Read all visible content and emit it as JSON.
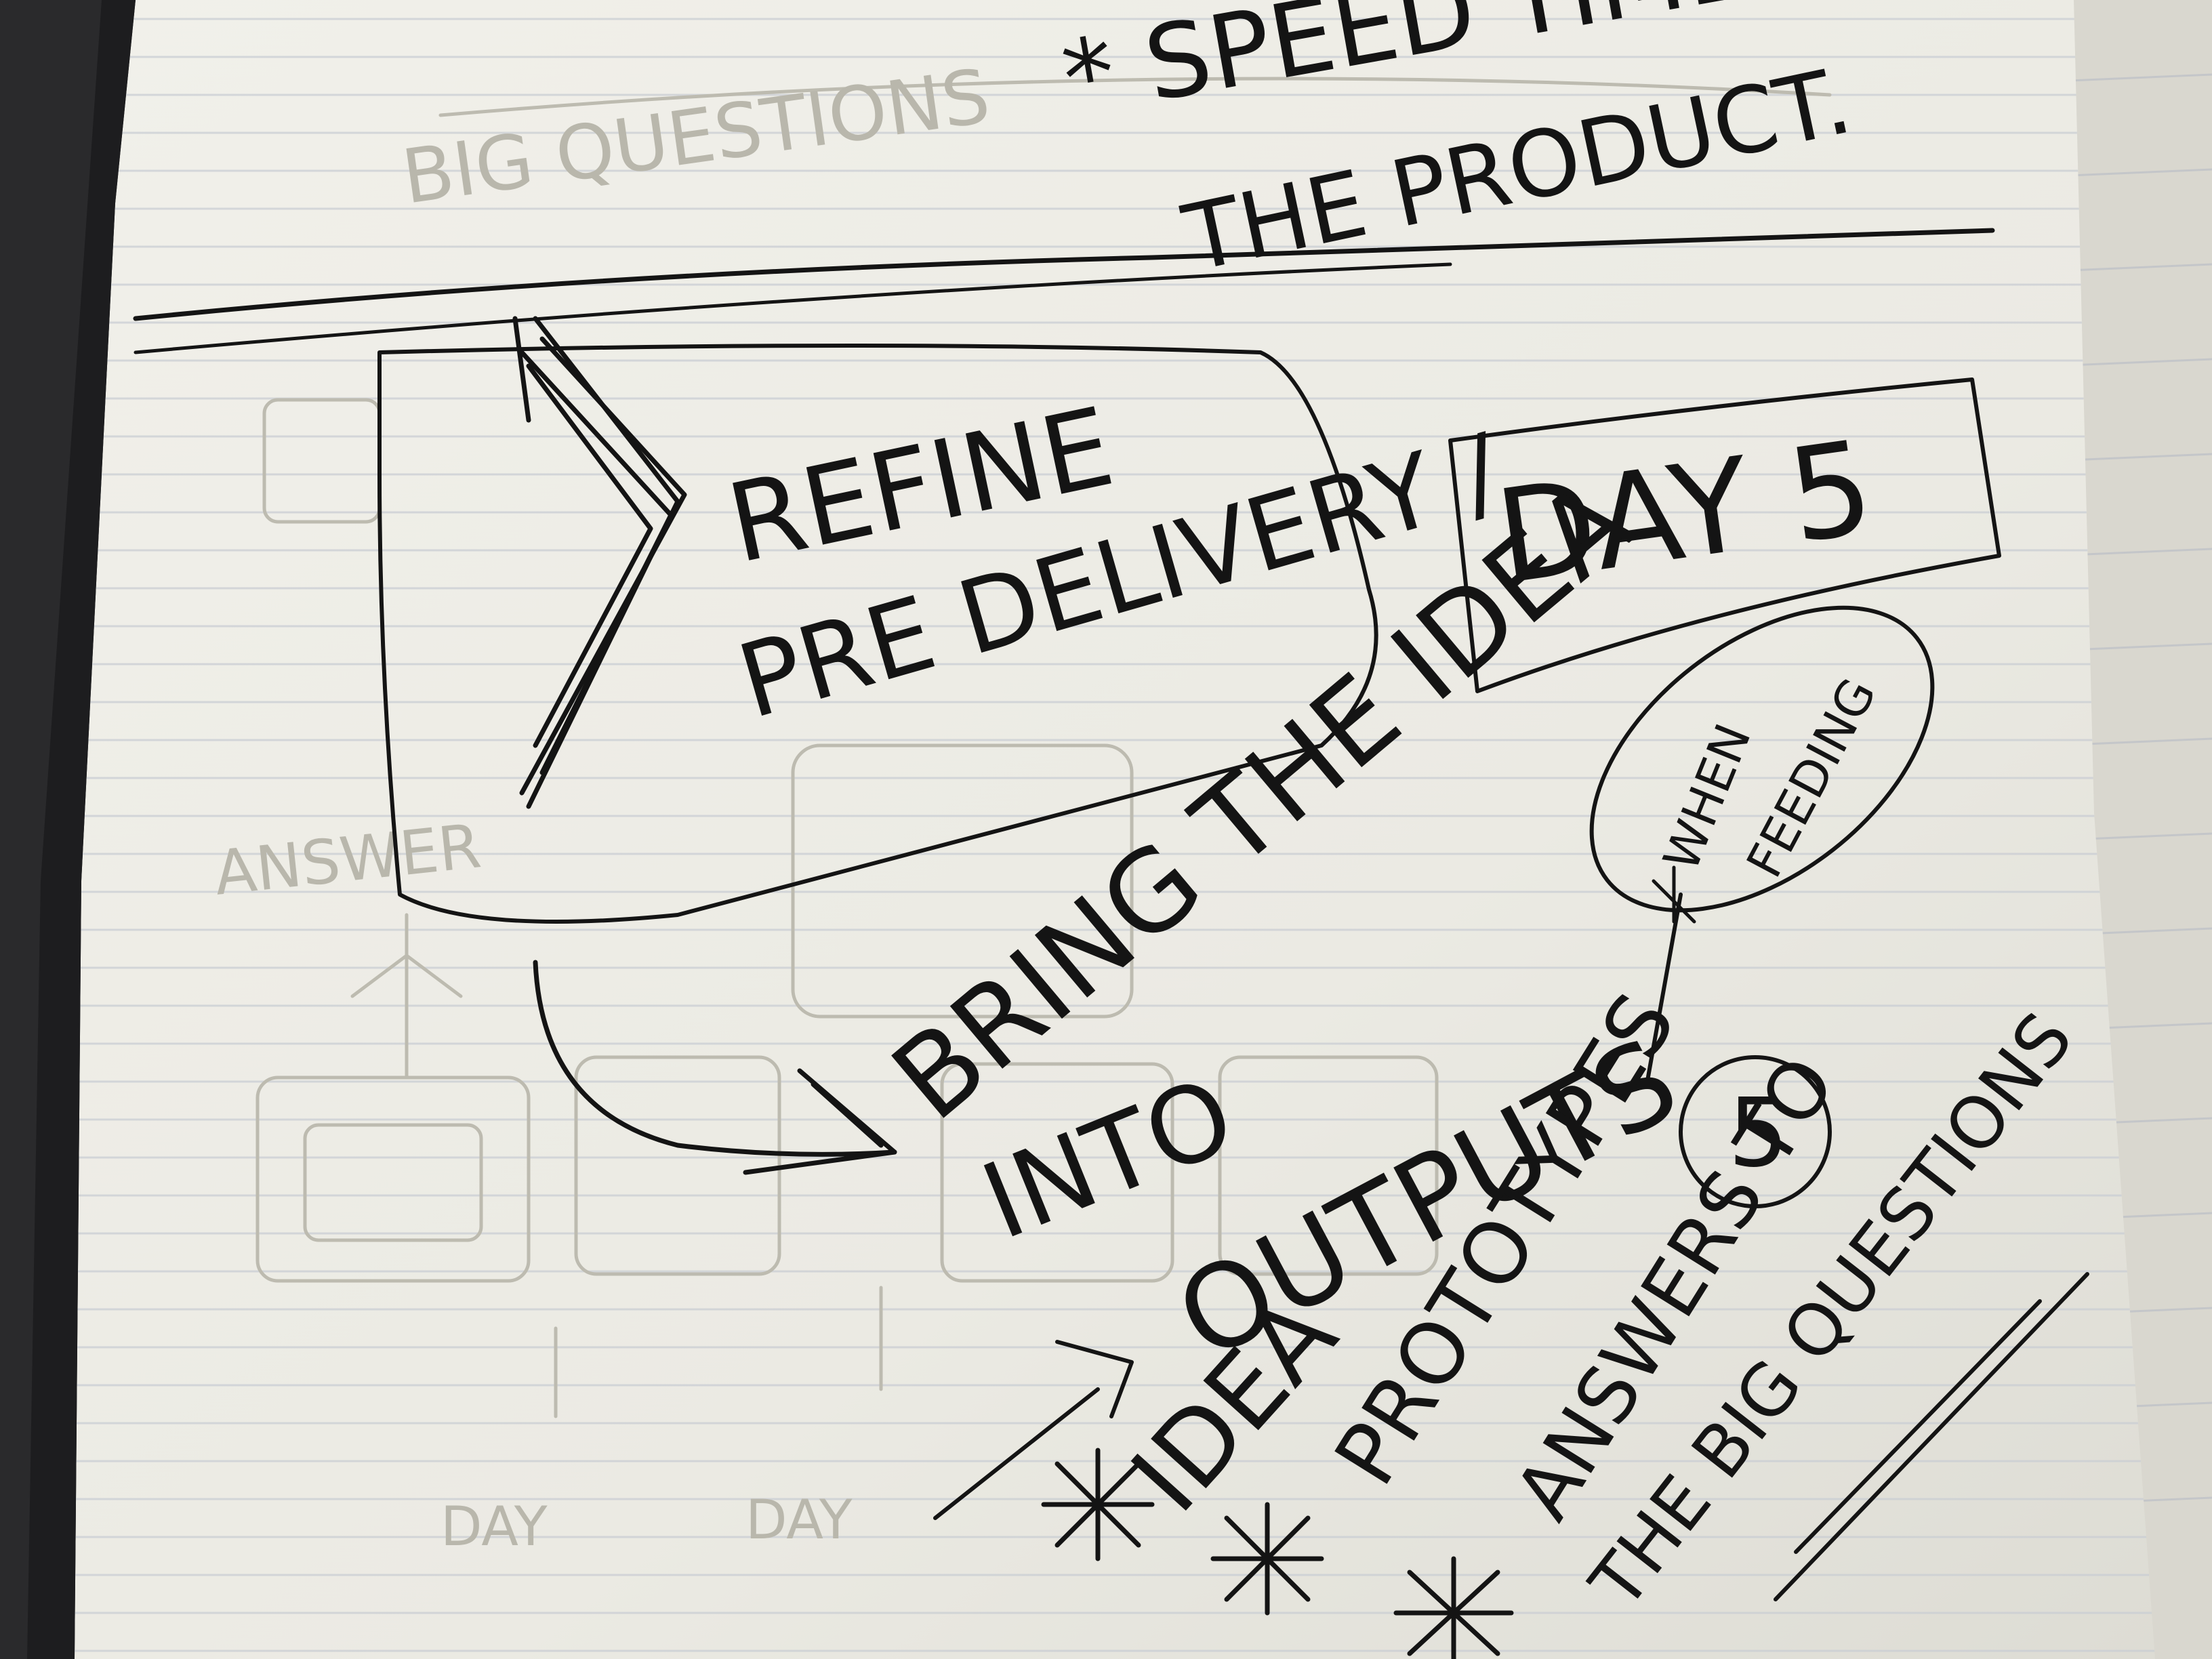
{
  "notes": {
    "top_note_line1": "* SPEED TIME",
    "top_note_line2": "THE PRODUCT.",
    "box_left_line1": "REFINE",
    "box_left_line2": "PRE DELIVERY /",
    "box_right": "DAY 5",
    "oval_line1": "WHEN",
    "oval_line2": "FEEDING",
    "bring_line1": "BRING THE IDEA",
    "bring_line2": "INTO",
    "outputs": "OUTPUTS",
    "bullet_1": "IDEA",
    "bullet_2": "PROTOTYPES",
    "bullet_2_count": "5",
    "bullet_3_line1": "ANSWERS TO",
    "bullet_3_line2": "THE BIG QUESTIONS"
  },
  "colors": {
    "paper": "#ecebe4",
    "ink": "#141414",
    "ruled_line": "#c9cdd3",
    "bleed_through": "#bdbbb0",
    "desk": "#2a2a2c"
  }
}
